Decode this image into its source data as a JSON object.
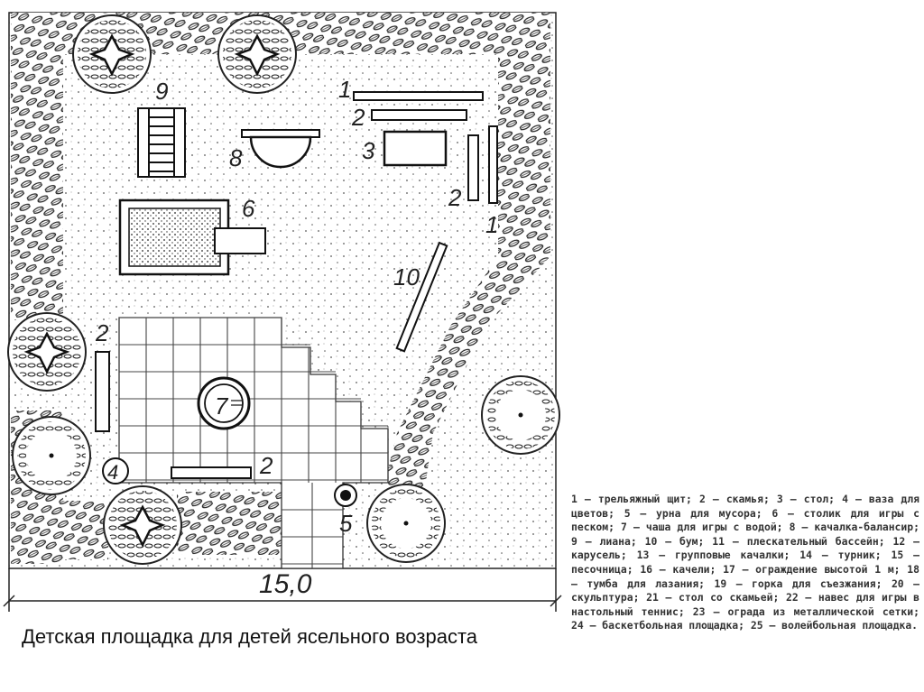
{
  "caption": "Детская площадка для детей ясельного возраста",
  "dimension": "15,0",
  "labels": {
    "n1a": "1",
    "n1b": "1",
    "n2a": "2",
    "n2b": "2",
    "n2c": "2",
    "n2d": "2",
    "n3": "3",
    "n4": "4",
    "n5": "5",
    "n6": "6",
    "n7": "7",
    "n8": "8",
    "n9": "9",
    "n10": "10"
  },
  "legend": "1 — трельяжный щит; 2 — скамья; 3 — стол; 4 — ваза для цветов; 5 — урна для мусора; 6 — столик для игры с песком; 7 — чаша для игры с водой; 8 — качалка-балансир; 9 — лиана; 10 — бум; 11 — плескательный бассейн; 12 — карусель; 13 — групповые качалки; 14 — турник; 15 — песочница; 16 — качели; 17 — ограждение высотой 1 м; 18 — тумба для лазания; 19 — горка для съезжания; 20 — скульптура; 21 — стол со скамьей; 22 — навес для игры в настольный теннис; 23 — ограда из металлической сетки; 24 — баскетбольная площадка; 25 — волейбольная площадка."
}
